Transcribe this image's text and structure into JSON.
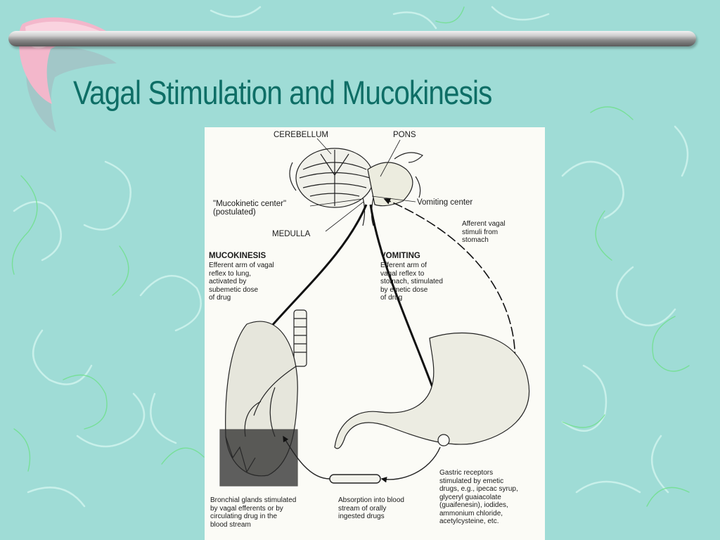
{
  "slide": {
    "title": "Vagal Stimulation and Mucokinesis"
  },
  "figure": {
    "labels": {
      "cerebellum": "CEREBELLUM",
      "pons": "PONS",
      "mucokinetic_center": "\"Mucokinetic center\"\n(postulated)",
      "vomiting_center": "Vomiting center",
      "medulla": "MEDULLA",
      "afferent": "Afferent vagal\nstimuli from\nstomach",
      "mucokinesis_head": "MUCOKINESIS",
      "mucokinesis_text": "Efferent arm of vagal\nreflex to lung,\nactivated by\nsubemetic dose\nof drug",
      "vomiting_head": "VOMITING",
      "vomiting_text": "Efferent arm of\nvagal reflex to\nstomach, stimulated\nby emetic dose\nof drug",
      "gastric": "Gastric receptors\nstimulated by emetic\ndrugs, e.g., ipecac syrup,\nglyceryl guaiacolate\n(guaifenesin), iodides,\nammonium chloride,\nacetylcysteine, etc.",
      "bronchial": "Bronchial glands stimulated\nby vagal efferents or by\ncirculating drug in the\nblood stream",
      "absorption": "Absorption into blood\nstream of orally\ningested drugs"
    }
  },
  "colors": {
    "background": "#9fdcd6",
    "title": "#0e6e66",
    "hook": "#f3b7cb",
    "squiggle_light": "#c8f0ea",
    "squiggle_green": "#6ee08a"
  }
}
